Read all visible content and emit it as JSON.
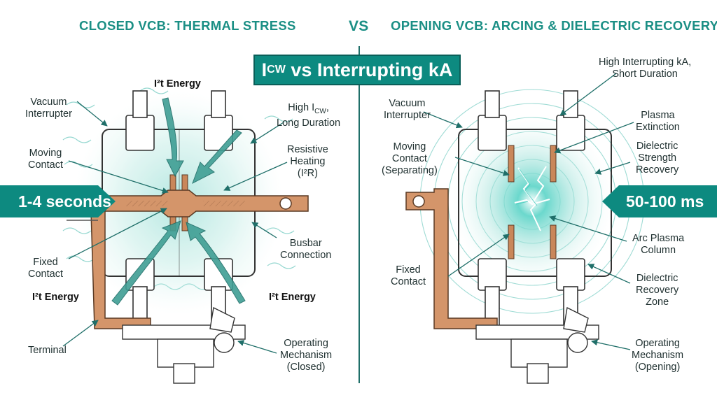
{
  "titles": {
    "left": "CLOSED VCB: THERMAL STRESS",
    "vs": "VS",
    "right": "OPENING VCB: ARCING & DIELECTRIC RECOVERY"
  },
  "banner": {
    "prefix": "I",
    "sub": "CW",
    "suffix": " vs Interrupting kA"
  },
  "left_panel": {
    "badge": "1-4 seconds",
    "labels": {
      "vacuum_interrupter": [
        "Vacuum",
        "Interrupter"
      ],
      "energy_top": "I²t Energy",
      "high_icw": [
        "High I",
        "CW",
        ",",
        "Long Duration"
      ],
      "moving_contact": [
        "Moving",
        "Contact"
      ],
      "resistive_heating": [
        "Resistive",
        "Heating",
        "(I²R)"
      ],
      "busbar_connection": [
        "Busbar",
        "Connection"
      ],
      "fixed_contact": [
        "Fixed",
        "Contact"
      ],
      "energy_left": "I²t Energy",
      "energy_right": "I²t Energy",
      "terminal": "Terminal",
      "operating_mechanism": [
        "Operating",
        "Mechanism",
        "(Closed)"
      ]
    }
  },
  "right_panel": {
    "badge": "50-100 ms",
    "labels": {
      "high_interrupting": [
        "High Interrupting kA,",
        "Short Duration"
      ],
      "vacuum_interrupter": [
        "Vacuum",
        "Interrupter"
      ],
      "plasma_extinction": [
        "Plasma",
        "Extinction"
      ],
      "moving_contact": [
        "Moving",
        "Contact",
        "(Separating)"
      ],
      "dielectric_strength": [
        "Dielectric",
        "Strength",
        "Recovery"
      ],
      "arc_plasma": [
        "Arc Plasma",
        "Column"
      ],
      "fixed_contact": [
        "Fixed",
        "Contact"
      ],
      "dielectric_recovery": [
        "Dielectric",
        "Recovery",
        "Zone"
      ],
      "operating_mechanism": [
        "Operating",
        "Mechanism",
        "(Opening)"
      ]
    }
  },
  "colors": {
    "teal": "#0d8a80",
    "title_teal": "#1b8f85",
    "copper": "#c9875a",
    "glow": "#7fd6cc",
    "ink": "#1e2f2f"
  }
}
